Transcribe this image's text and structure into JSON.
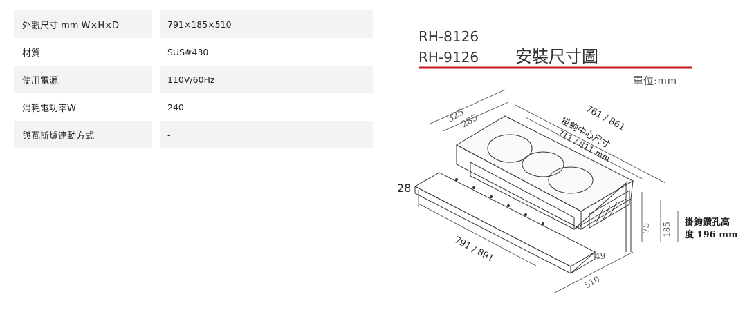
{
  "specs": [
    {
      "label": "外觀尺寸 mm W×H×D",
      "value": "791×185×510"
    },
    {
      "label": "材質",
      "value": "SUS#430"
    },
    {
      "label": "使用電源",
      "value": "110V/60Hz"
    },
    {
      "label": "消耗電功率W",
      "value": "240"
    },
    {
      "label": "與瓦斯爐連動方式",
      "value": "-"
    }
  ],
  "diagram": {
    "model_1": "RH-8126",
    "model_2": "RH-9126",
    "title": "安裝尺寸圖",
    "unit": "單位:mm",
    "dim_width_top": "761 / 861",
    "dim_hook_label": "掛鉤中心尺寸",
    "dim_hook_value": "711 / 811 mm",
    "dim_325": "325",
    "dim_285": "285",
    "dim_28": "28",
    "dim_width_bottom": "791 / 891",
    "dim_75": "75",
    "dim_185": "185",
    "dim_49": "49",
    "dim_510": "510",
    "hook_height_1": "掛鉤鑽孔高",
    "hook_height_2": "度 196 mm",
    "accent_color": "#c4161c"
  }
}
